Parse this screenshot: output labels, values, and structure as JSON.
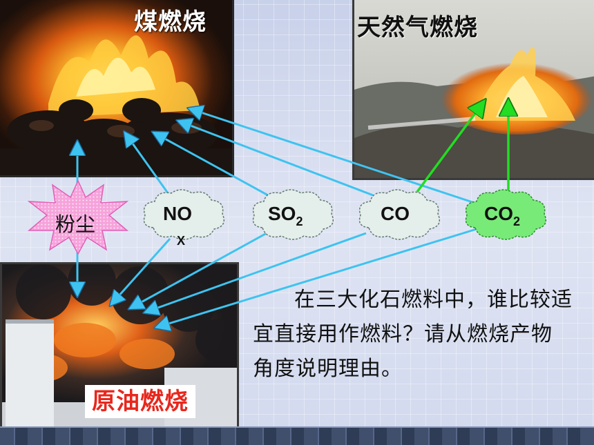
{
  "captions": {
    "coal": "煤燃烧",
    "natural_gas": "天然气燃烧",
    "crude_oil": "原油燃烧"
  },
  "pollutants": {
    "dust": "粉尘",
    "nox_main": "NO",
    "nox_sub": "x",
    "so2_main": "SO",
    "so2_sub": "2",
    "co": "CO",
    "co2_main": "CO",
    "co2_sub": "2"
  },
  "question": "在三大化石燃料中，谁比较适宜直接用作燃料？请从燃烧产物角度说明理由。",
  "colors": {
    "blue_arrow": "#3ec3f0",
    "green_arrow": "#22dd22",
    "dust_star": "#f49ad8",
    "cloud_fill": "#e4eeea",
    "co2_cloud": "#78ea78",
    "oil_caption": "#e8271d"
  }
}
